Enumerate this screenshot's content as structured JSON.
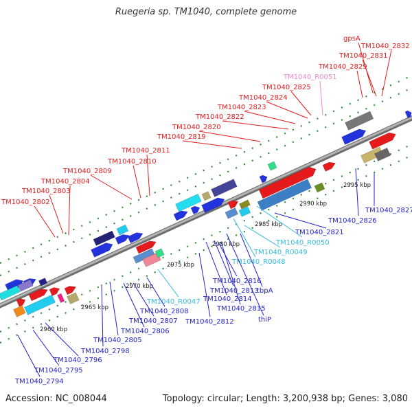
{
  "title": "Ruegeria sp. TM1040, complete genome",
  "footer": {
    "accession": "Accession: NC_008044",
    "summary": "Topology: circular; Length: 3,200,938 bp; Genes: 3,080"
  },
  "colors": {
    "top_label": "#e41a1c",
    "rna_label": "#ee88cc",
    "bottom_label": "#2222cc",
    "bottom_rna_label": "#33bbdd",
    "dna_track": "#888888"
  },
  "axis_ticks": [
    "2960 kbp",
    "2965 kbp",
    "2970 kbp",
    "2975 kbp",
    "2980 kbp",
    "2985 kbp",
    "2990 kbp",
    "2995 kbp"
  ],
  "top_labels": [
    "gpsA",
    "TM1040_2832",
    "TM1040_2831",
    "TM1040_2829",
    "TM1040_R0051",
    "TM1040_2825",
    "TM1040_2824",
    "TM1040_2823",
    "TM1040_2822",
    "TM1040_2820",
    "TM1040_2819",
    "TM1040_2811",
    "TM1040_2810",
    "TM1040_2809",
    "TM1040_2804",
    "TM1040_2803",
    "TM1040_2802"
  ],
  "bottom_labels": [
    "TM1040_2827",
    "TM1040_2826",
    "TM1040_2821",
    "TM1040_R0050",
    "TM1040_R0049",
    "TM1040_R0048",
    "tbpA",
    "TM1040_2816",
    "TM1040_2813",
    "TM1040_2814",
    "TM1040_2815",
    "thiP",
    "TM1040_2812",
    "TM1040_R0047",
    "TM1040_2808",
    "TM1040_2807",
    "TM1040_2806",
    "TM1040_2805",
    "TM1040_2798",
    "TM1040_2796",
    "TM1040_2795",
    "TM1040_2794"
  ]
}
